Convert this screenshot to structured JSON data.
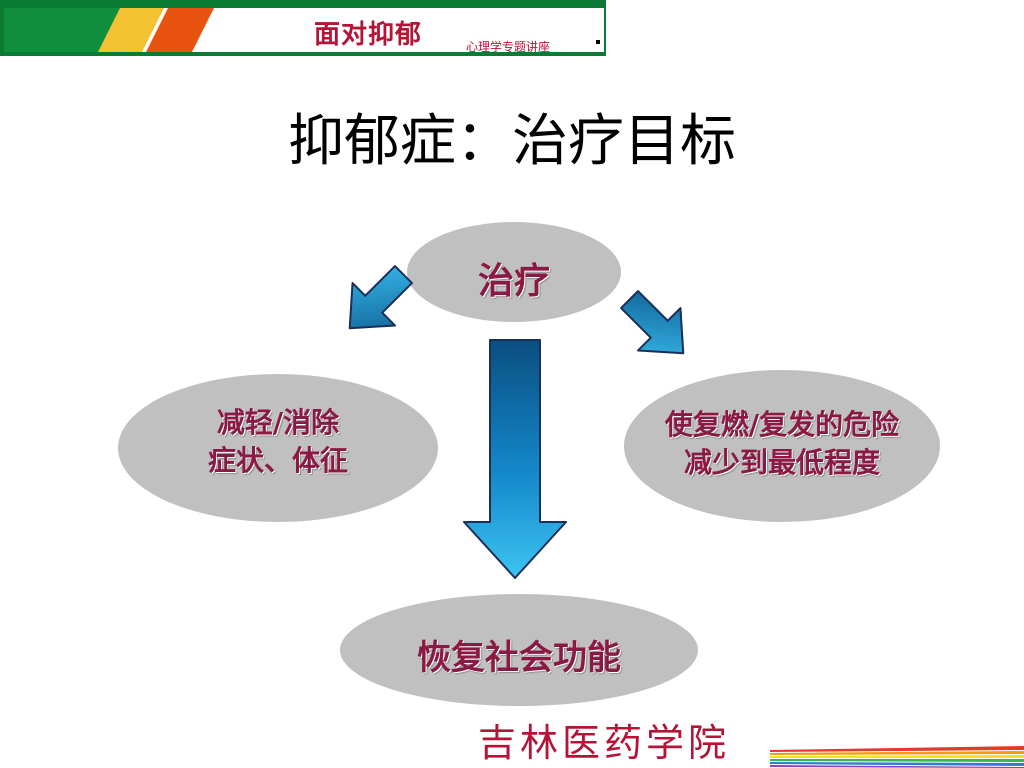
{
  "header": {
    "title": "面对抑郁",
    "subtitle": "心理学专题讲座"
  },
  "slide": {
    "title": "抑郁症：治疗目标"
  },
  "diagram": {
    "center": "治疗",
    "left": {
      "line1": "减轻/消除",
      "line2": "症状、体征"
    },
    "right": {
      "line1": "使复燃/复发的危险",
      "line2": "减少到最低程度"
    },
    "bottom": "恢复社会功能"
  },
  "footer": {
    "school": "吉林医药学院"
  },
  "colors": {
    "header_green": "#0b8a3a",
    "accent_orange": "#e8540f",
    "accent_yellow": "#f3c233",
    "text_maroon": "#8a1a44",
    "ellipse_gray": "#c0c0c0",
    "arrow_blue": "#1fa3e0"
  }
}
